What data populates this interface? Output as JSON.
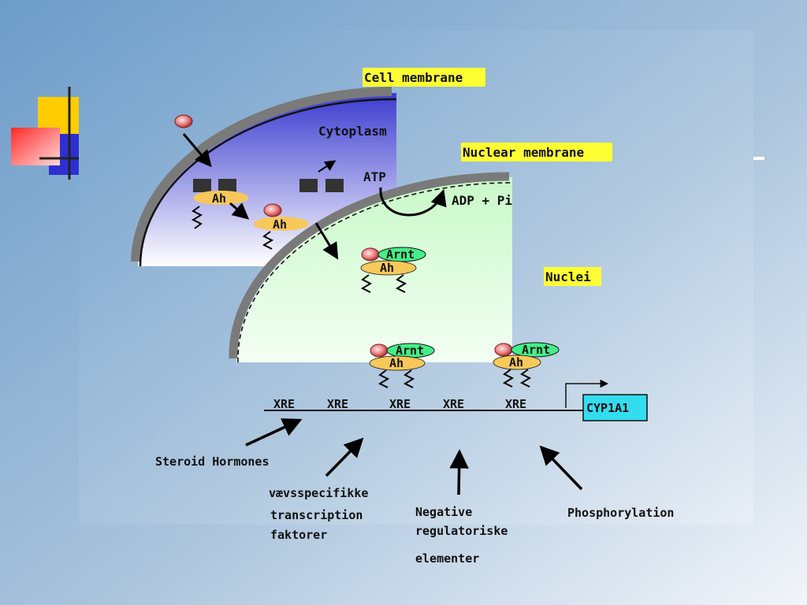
{
  "labels": {
    "cell_membrane": "Cell membrane",
    "cytoplasm": "Cytoplasm",
    "nuclear_membrane": "Nuclear membrane",
    "atp": "ATP",
    "adp_pi": "ADP + Pi",
    "nuclei": "Nuclei",
    "cyp1a1": "CYP1A1",
    "steroid_hormones": "Steroid Hormones",
    "tissue_factors": [
      "vævsspecifikke",
      "transcription",
      "faktorer"
    ],
    "negative_elements": [
      "Negative",
      "regulatoriske",
      "elementer"
    ],
    "phosphorylation": "Phosphorylation"
  },
  "molecules": {
    "ah": "Ah",
    "arnt": "Arnt"
  },
  "xre_sites": [
    "XRE",
    "XRE",
    "XRE",
    "XRE",
    "XRE"
  ],
  "colors": {
    "highlight": "#ffff33",
    "ah": "#f7c85a",
    "arnt": "#44ee88",
    "cyp_box": "#33ddee",
    "nucleus": "#d9fbd9",
    "cytoplasm_top": "#4a4ad6"
  }
}
